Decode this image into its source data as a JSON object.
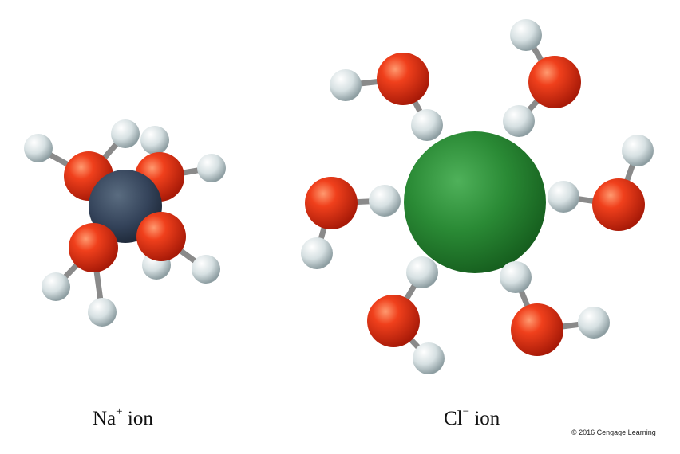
{
  "panels": [
    {
      "ion_symbol": "Na",
      "charge": "+",
      "label_suffix": " ion"
    },
    {
      "ion_symbol": "Cl",
      "charge": "−",
      "label_suffix": " ion"
    }
  ],
  "credit": "© 2016 Cengage Learning",
  "colors": {
    "sodium_ion": "#3a4a5e",
    "chloride_ion": "#2f8f3a",
    "oxygen_atom": "#e8371c",
    "hydrogen_atom": "#dfe8ea",
    "bond": "#8a8a8a"
  }
}
